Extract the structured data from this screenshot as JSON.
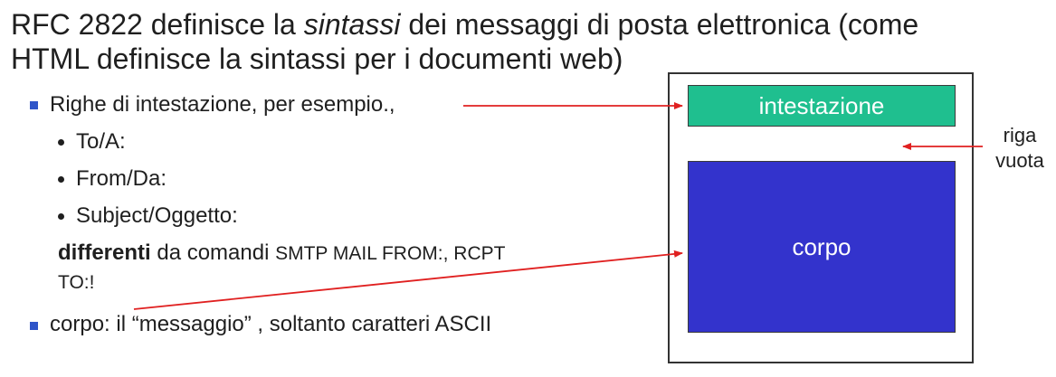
{
  "title": {
    "prefix": "RFC 2822 definisce la ",
    "emphasis": "sintassi",
    "suffix_line1": " dei messaggi di posta elettronica (come",
    "line2": "HTML definisce la sintassi per i documenti web)"
  },
  "bullets": {
    "header_lines": "Righe di intestazione, per esempio.,",
    "sub_items": [
      "To/A:",
      "From/Da:",
      "Subject/Oggetto:"
    ],
    "note_bold": "differenti",
    "note_rest": " da comandi ",
    "note_caps": "SMTP MAIL FROM:, RCPT",
    "note_line2": "TO:!",
    "body": "corpo: il “messaggio” , soltanto caratteri ASCII"
  },
  "diagram": {
    "header_label": "intestazione",
    "body_label": "corpo",
    "blank_line_label_1": "riga",
    "blank_line_label_2": "vuota"
  },
  "colors": {
    "bullet": "#2f55c9",
    "header_fill": "#1fbf8f",
    "body_fill": "#3333cc",
    "arrow": "#e02020"
  }
}
